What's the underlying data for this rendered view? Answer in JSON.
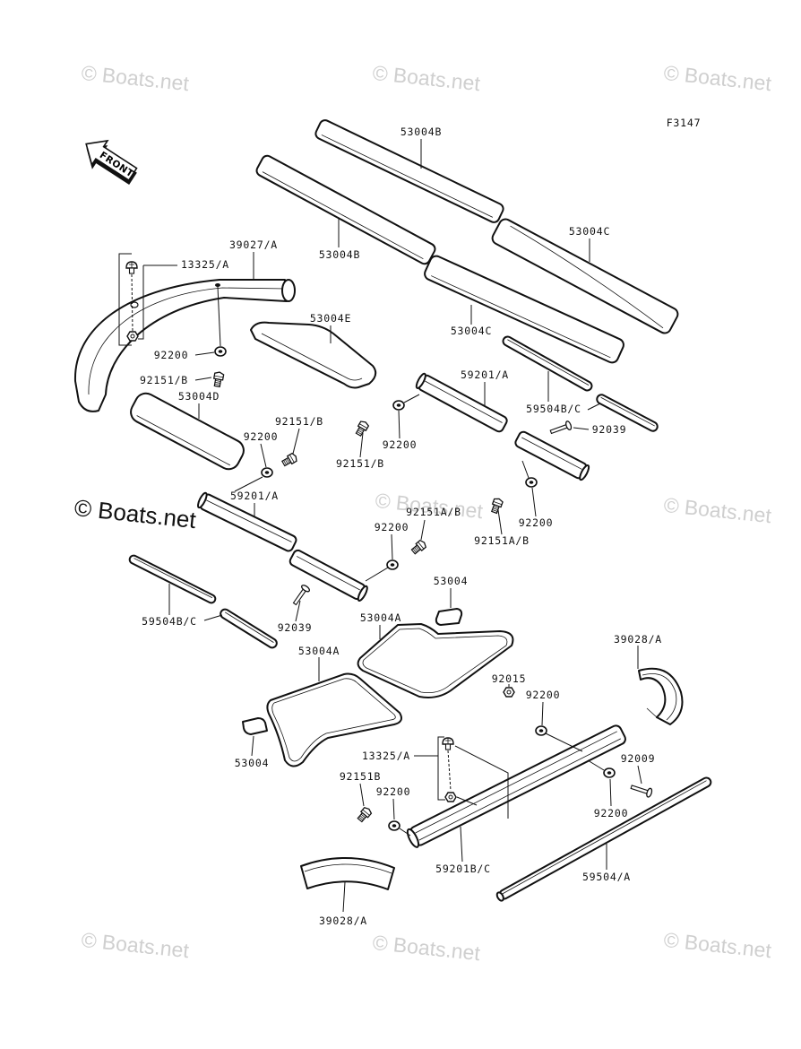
{
  "diagram": {
    "code": "F3147",
    "front_label": "FRONT"
  },
  "watermark": {
    "text": "© Boats.net",
    "color": "#cfcfcf"
  },
  "labels": [
    "53004B",
    "53004B",
    "53004C",
    "39027/A",
    "13325/A",
    "53004C",
    "53004E",
    "92200",
    "92151/B",
    "53004D",
    "59201/A",
    "59504B/C",
    "92151/B",
    "92200",
    "92039",
    "92200",
    "92151/B",
    "59201/A",
    "92151A/B",
    "92200",
    "92200",
    "92151A/B",
    "53004",
    "59504B/C",
    "92039",
    "53004A",
    "39028/A",
    "53004A",
    "92015",
    "92200",
    "13325/A",
    "53004",
    "92009",
    "92151B",
    "92200",
    "92200",
    "59201B/C",
    "59504/A",
    "39028/A"
  ]
}
